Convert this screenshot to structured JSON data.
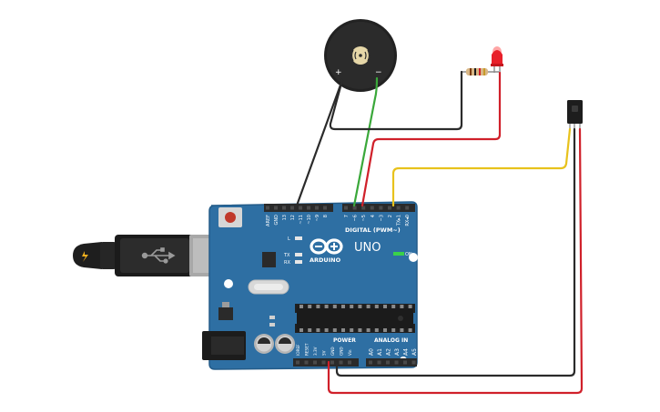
{
  "board": {
    "brand_label": "ARDUINO",
    "model_label": "UNO",
    "on_label": "ON",
    "l_label": "L",
    "tx_label": "TX",
    "rx_label": "RX",
    "digital_label": "DIGITAL (PWM~)",
    "power_label": "POWER",
    "analog_label": "ANALOG IN",
    "digital_pins": [
      "AREF",
      "GND",
      "13",
      "12",
      "~11",
      "~10",
      "~9",
      "8",
      "7",
      "~6",
      "~5",
      "4",
      "~3",
      "2",
      "TX▸1",
      "RX◂0"
    ],
    "power_pins": [
      "IOREF",
      "RESET",
      "3.3V",
      "5V",
      "GND",
      "GND",
      "Vin"
    ],
    "analog_pins": [
      "A0",
      "A1",
      "A2",
      "A3",
      "A4",
      "A5"
    ]
  },
  "buzzer": {
    "plus_label": "+",
    "minus_label": "−"
  },
  "colors": {
    "board": "#2e6fa3",
    "board_edge": "#245c89",
    "wire_black": "#2b2b2b",
    "wire_red": "#d0202a",
    "wire_green": "#3aa83a",
    "wire_yellow": "#e8c21c",
    "led": "#e8202a",
    "header": "#2a2a2a"
  }
}
